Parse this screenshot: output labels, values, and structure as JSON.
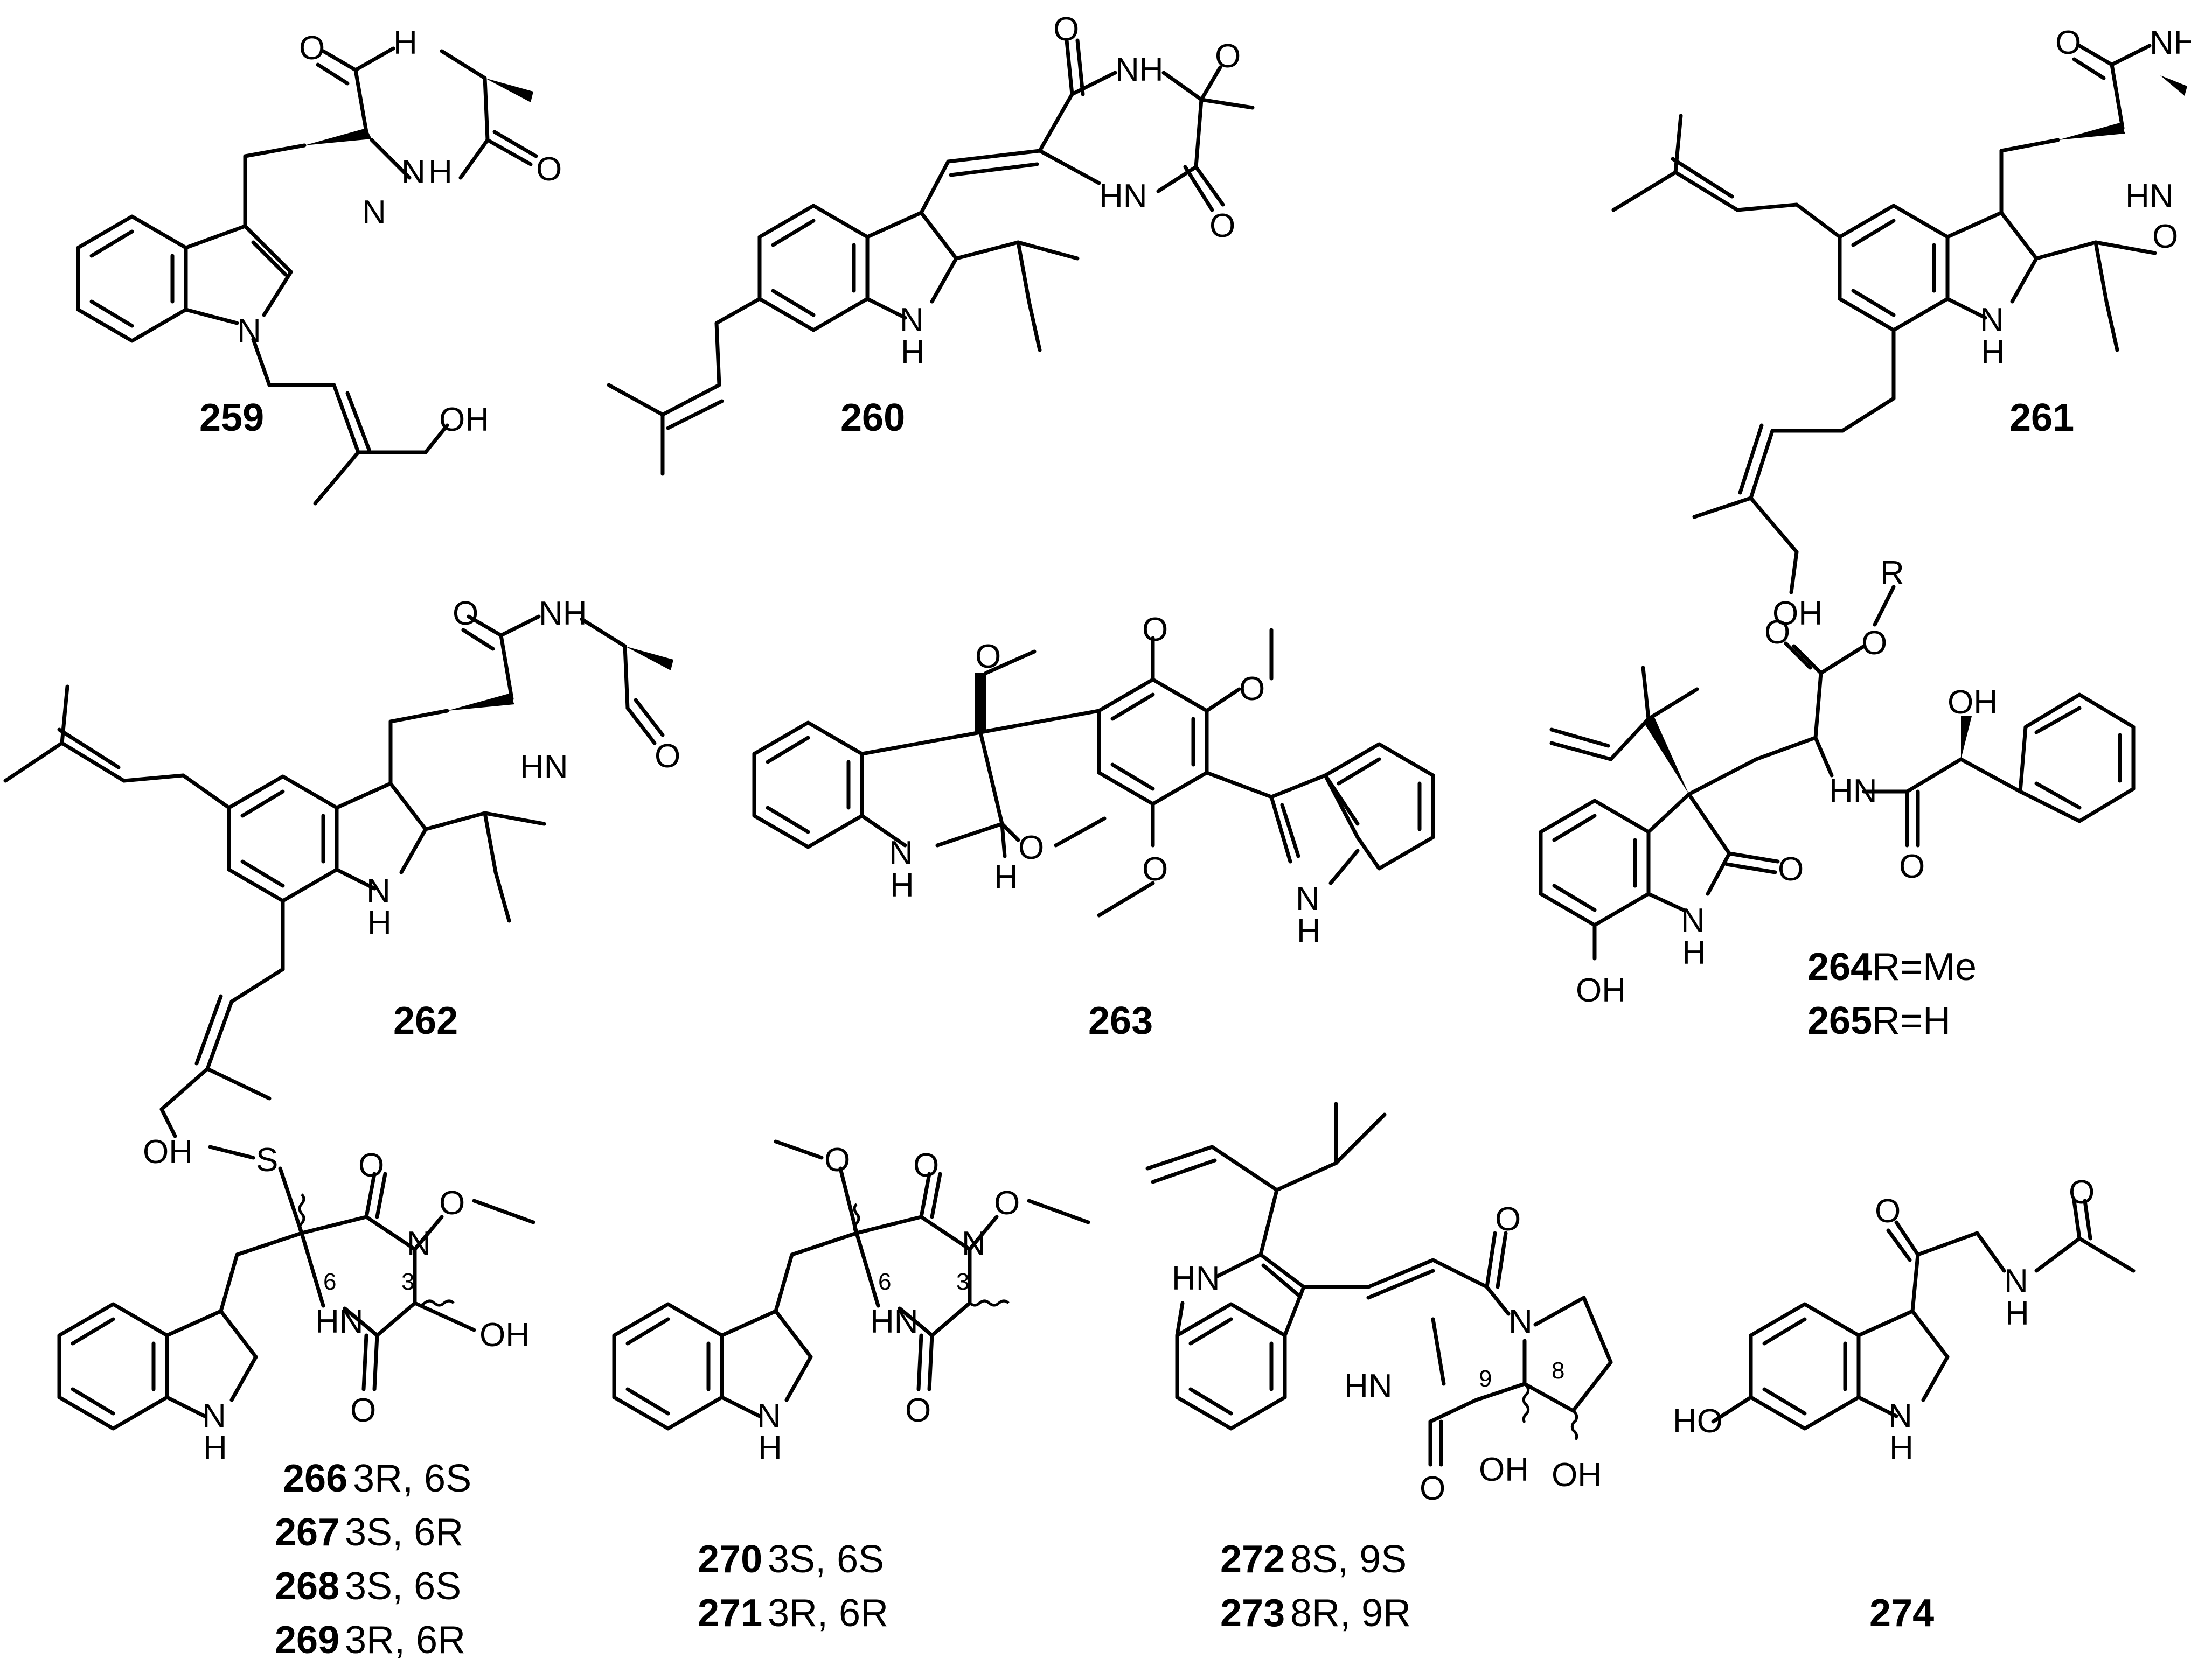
{
  "atoms": {
    "oxygen": "O",
    "nitrogen": "N",
    "sulfur": "S",
    "nh": "NH",
    "hn": "HN",
    "h": "H",
    "oh": "OH",
    "ho": "HO"
  },
  "locants": {
    "c3": "3",
    "c6": "6",
    "c8": "8",
    "c9": "9"
  },
  "compounds": [
    {
      "id": "259",
      "number": "259",
      "descriptor": ""
    },
    {
      "id": "260",
      "number": "260",
      "descriptor": ""
    },
    {
      "id": "261",
      "number": "261",
      "descriptor": ""
    },
    {
      "id": "262",
      "number": "262",
      "descriptor": ""
    },
    {
      "id": "263",
      "number": "263",
      "descriptor": ""
    },
    {
      "id": "264",
      "number": "264",
      "descriptor": "R=Me"
    },
    {
      "id": "265",
      "number": "265",
      "descriptor": "R=H"
    },
    {
      "id": "266",
      "number": "266",
      "descriptor": "3R, 6S"
    },
    {
      "id": "267",
      "number": "267",
      "descriptor": "3S, 6R"
    },
    {
      "id": "268",
      "number": "268",
      "descriptor": "3S, 6S"
    },
    {
      "id": "269",
      "number": "269",
      "descriptor": "3R, 6R"
    },
    {
      "id": "270",
      "number": "270",
      "descriptor": "3S, 6S"
    },
    {
      "id": "271",
      "number": "271",
      "descriptor": "3R, 6R"
    },
    {
      "id": "272",
      "number": "272",
      "descriptor": "8S, 9S"
    },
    {
      "id": "273",
      "number": "273",
      "descriptor": "8R, 9R"
    },
    {
      "id": "274",
      "number": "274",
      "descriptor": ""
    }
  ],
  "substituent_label": "R"
}
